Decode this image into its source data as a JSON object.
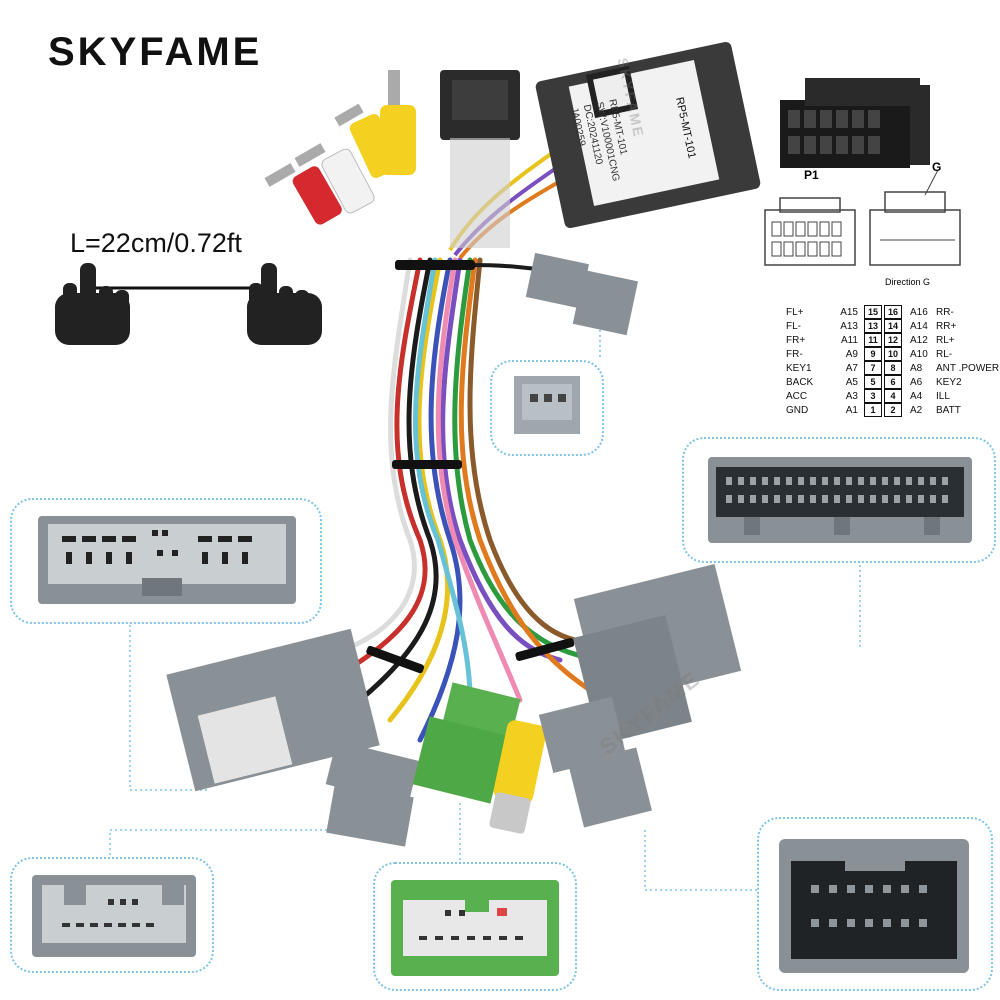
{
  "brand": "SKYFAME",
  "length_label": "L=22cm/0.72ft",
  "module": {
    "model": "RP5-MT-101",
    "lines": [
      "SW:V100001CNG",
      "DC:20241120",
      "JA00259"
    ]
  },
  "connector_labels": {
    "p1": "P1",
    "g": "G",
    "direction": "Direction G"
  },
  "pinout": [
    {
      "left": "FL+",
      "lcode": "A15",
      "lnum": "15",
      "rnum": "16",
      "rcode": "A16",
      "right": "RR-"
    },
    {
      "left": "FL-",
      "lcode": "A13",
      "lnum": "13",
      "rnum": "14",
      "rcode": "A14",
      "right": "RR+"
    },
    {
      "left": "FR+",
      "lcode": "A11",
      "lnum": "11",
      "rnum": "12",
      "rcode": "A12",
      "right": "RL+"
    },
    {
      "left": "FR-",
      "lcode": "A9",
      "lnum": "9",
      "rnum": "10",
      "rcode": "A10",
      "right": "RL-"
    },
    {
      "left": "KEY1",
      "lcode": "A7",
      "lnum": "7",
      "rnum": "8",
      "rcode": "A8",
      "right": "ANT .POWER"
    },
    {
      "left": "BACK",
      "lcode": "A5",
      "lnum": "5",
      "rnum": "6",
      "rcode": "A6",
      "right": "KEY2"
    },
    {
      "left": "ACC",
      "lcode": "A3",
      "lnum": "3",
      "rnum": "4",
      "rcode": "A4",
      "right": "ILL"
    },
    {
      "left": "GND",
      "lcode": "A1",
      "lnum": "1",
      "rnum": "2",
      "rcode": "A2",
      "right": "BATT"
    }
  ],
  "watermark": "SKYFAME",
  "colors": {
    "panel_border": "#7fc3e6",
    "connector_grey": "#8a9196",
    "connector_green": "#59b04f",
    "rca_yellow": "#f4d020",
    "rca_red": "#d42a2f",
    "rca_white": "#f2f2f2"
  }
}
